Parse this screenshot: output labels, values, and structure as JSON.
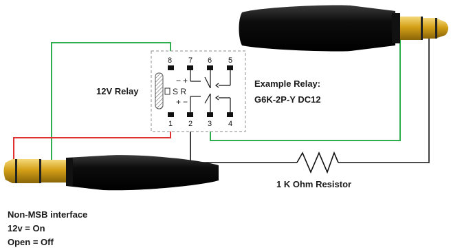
{
  "relay": {
    "label": "12V Relay",
    "example_line1": "Example Relay:",
    "example_line2": "G6K-2P-Y DC12",
    "coil_symbol": "S R",
    "pins_top": [
      "8",
      "7",
      "6",
      "5"
    ],
    "pins_bottom": [
      "1",
      "2",
      "3",
      "4"
    ]
  },
  "resistor": {
    "label": "1 K Ohm Resistor"
  },
  "notes": {
    "line1": "Non-MSB interface",
    "line2": "12v = On",
    "line3": "Open = Off"
  },
  "colors": {
    "wire_red": "#e03030",
    "wire_green": "#2eae4f",
    "wire_black": "#111111",
    "plug_body": "#0d0d0d",
    "plug_gold": "#d4a017",
    "relay_border": "#a0a0a0"
  }
}
